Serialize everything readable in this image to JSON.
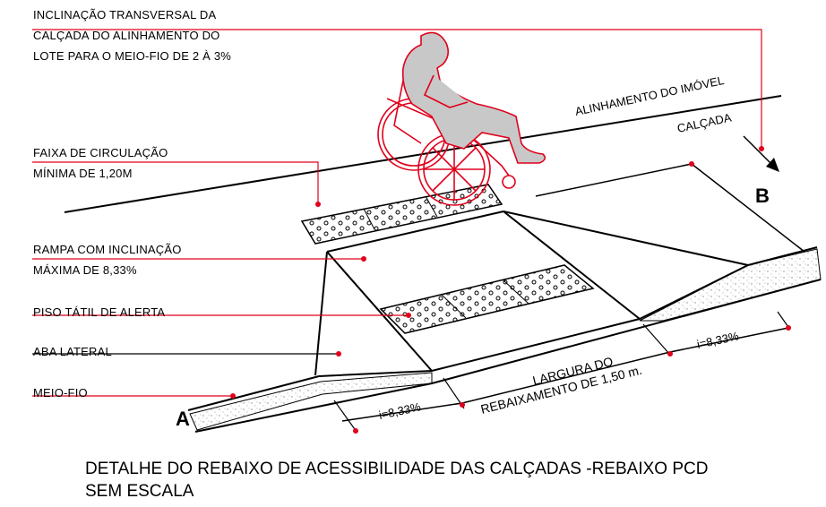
{
  "labels": {
    "cross_slope_1": "INCLINAÇÃO TRANSVERSAL DA",
    "cross_slope_2": "CALÇADA DO ALINHAMENTO DO",
    "cross_slope_3": "LOTE PARA O MEIO-FIO DE 2 À 3%",
    "circ_1": "FAIXA DE CIRCULAÇÃO",
    "circ_2": "MÍNIMA DE 1,20M",
    "ramp_1": "RAMPA COM INCLINAÇÃO",
    "ramp_2": "MÁXIMA DE 8,33%",
    "tactile": "PISO TÁTIL DE ALERTA",
    "aba": "ABA LATERAL",
    "curb": "MEIO-FIO"
  },
  "drawing": {
    "alignment": "ALINHAMENTO DO IMÓVEL",
    "sidewalk": "CALÇADA",
    "point_a": "A",
    "point_b": "B",
    "slope_left": "i=8,33%",
    "slope_right": "i=8,33%",
    "width_1": "LARGURA DO",
    "width_2": "REBAIXAMENTO DE 1,50 m."
  },
  "caption": {
    "line1": "DETALHE DO REBAIXO DE ACESSIBILIDADE DAS CALÇADAS -REBAIXO PCD",
    "line2": "SEM ESCALA"
  },
  "colors": {
    "leader": "#e0001b",
    "line": "#000000",
    "figure": "#e0001b",
    "figure_fill": "#c8c8c8",
    "hatch": "#9a9a9a"
  }
}
